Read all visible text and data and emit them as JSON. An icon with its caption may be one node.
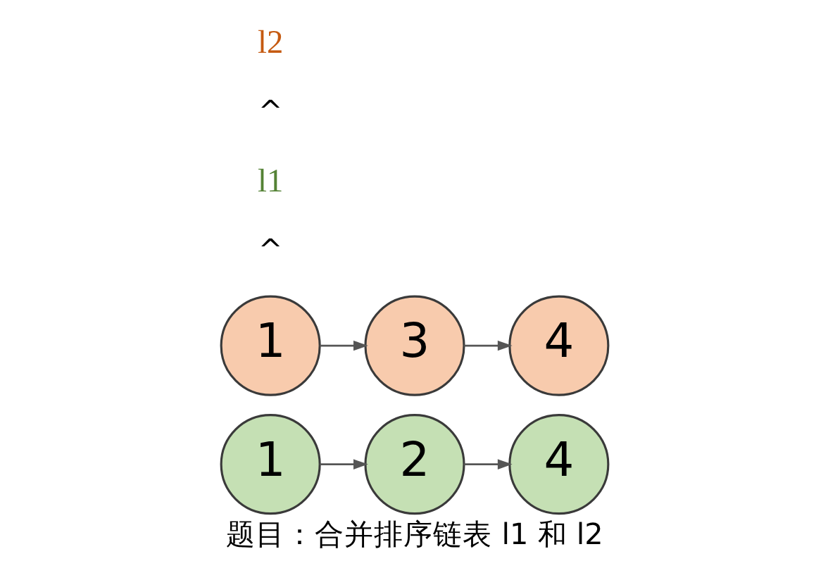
{
  "diagram": {
    "caption": "题目：合并排序链表 l1 和 l2",
    "nodes": [
      {
        "text": [
          "1"
        ]
      },
      {
        "text": [
          "2"
        ]
      },
      {
        "text": [
          "4"
        ]
      },
      {
        "text": [
          "1"
        ]
      },
      {
        "text": [
          "3"
        ]
      },
      {
        "text": [
          "4"
        ]
      }
    ],
    "edges": [
      {
        "from": 0,
        "to": 1,
        "arrow": "to"
      },
      {
        "from": 1,
        "to": 2,
        "arrow": "to"
      },
      {
        "from": 3,
        "to": 4,
        "arrow": "to"
      },
      {
        "from": 4,
        "to": 5,
        "arrow": "to"
      }
    ],
    "labels": [
      "^",
      "l1",
      "^",
      "l2"
    ]
  }
}
